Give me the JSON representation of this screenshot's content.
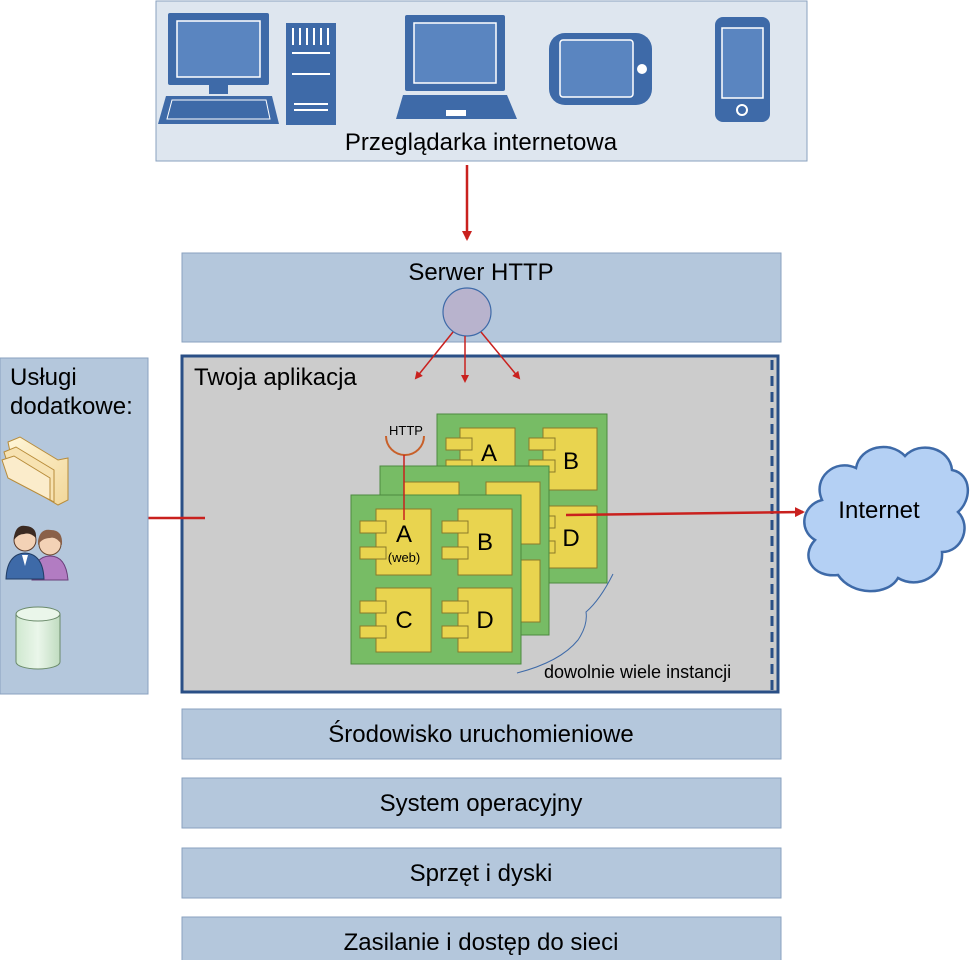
{
  "browser": {
    "label": "Przeglądarka internetowa",
    "devices": [
      "desktop-computer-icon",
      "tower-icon",
      "laptop-icon",
      "tablet-icon",
      "smartphone-icon"
    ]
  },
  "http_server": {
    "label": "Serwer HTTP"
  },
  "application": {
    "label": "Twoja aplikacja",
    "http_interface_label": "HTTP",
    "instances_label": "dowolnie wiele instancji",
    "component_a_label": "A",
    "component_a_sub": "(web)",
    "component_b_label": "B",
    "component_c_label": "C",
    "component_d_label": "D"
  },
  "additional_services": {
    "label_line1": "Usługi",
    "label_line2": "dodatkowe:",
    "icons": [
      "folders-icon",
      "users-icon",
      "database-icon"
    ]
  },
  "internet": {
    "label": "Internet"
  },
  "layers": [
    {
      "label": "Środowisko uruchomieniowe"
    },
    {
      "label": "System operacyjny"
    },
    {
      "label": "Sprzęt i dyski"
    },
    {
      "label": "Zasilanie i dostęp do sieci"
    }
  ],
  "colors": {
    "layer_fill": "#b4c7dc",
    "browser_fill": "#dee6ef",
    "device_blue": "#3e6aa8",
    "app_fill": "#cccccc",
    "app_border": "#2a4f86",
    "instance_green": "#77bc65",
    "component_yellow": "#e9d44f",
    "arrow_red": "#c9211e",
    "cloud_fill": "#b4d0f4",
    "cloud_stroke": "#3e6aa8"
  }
}
